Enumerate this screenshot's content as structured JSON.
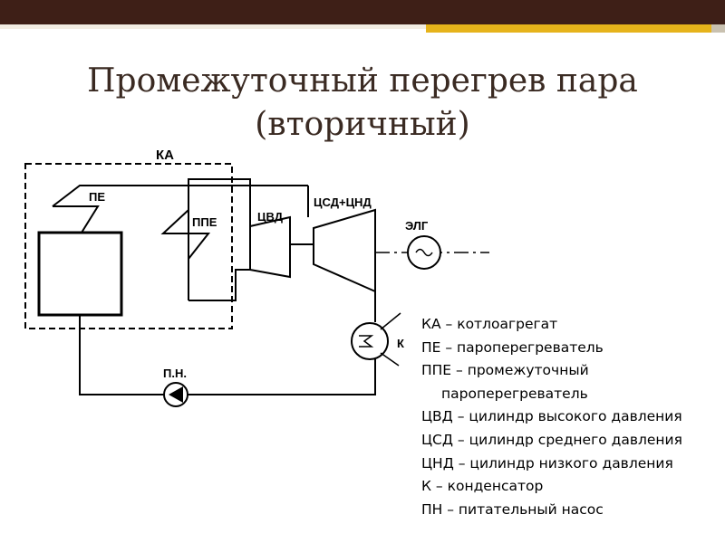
{
  "slide": {
    "title_line1": "Промежуточный перегрев пара",
    "title_line2": "(вторичный)"
  },
  "diagram": {
    "labels": {
      "ka": "КА",
      "pe": "ПЕ",
      "ppe": "ППЕ",
      "cvd": "ЦВД",
      "csd_cnd": "ЦСД+ЦНД",
      "elg": "ЭЛГ",
      "k": "К",
      "pn": "П.Н."
    }
  },
  "legend": {
    "items": [
      "КА – котлоагрегат",
      "ПЕ – пароперегреватель",
      "ППЕ – промежуточный",
      "пароперегреватель",
      "ЦВД – цилиндр высокого давления",
      "ЦСД – цилиндр среднего давления",
      "ЦНД – цилиндр низкого давления",
      "К – конденсатор",
      "ПН – питательный насос"
    ]
  }
}
